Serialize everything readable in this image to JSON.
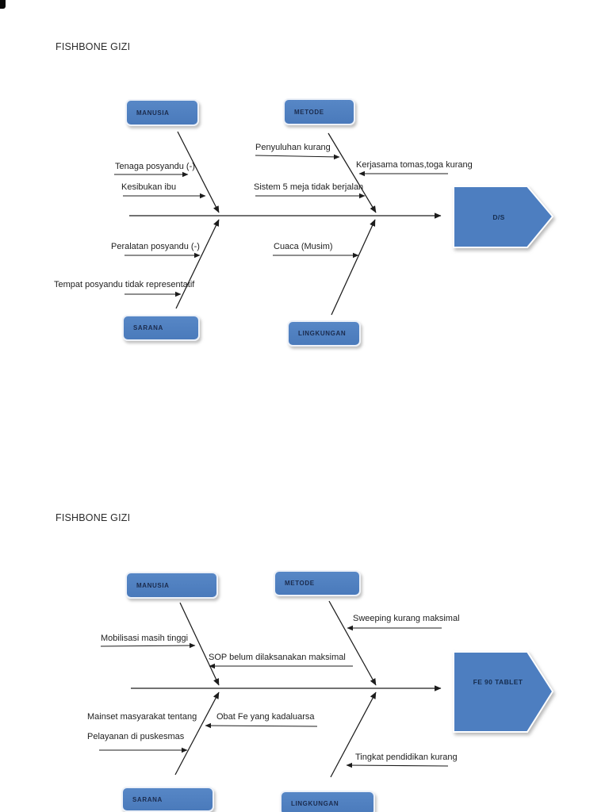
{
  "colors": {
    "box_fill": "#4d7ec0",
    "line": "#1c1c1c"
  },
  "diagram1": {
    "title": "FISHBONE GIZI",
    "box_manusia": "MANUSIA",
    "box_metode": "METODE",
    "box_sarana": "SARANA",
    "box_lingkungan": "LINGKUNGAN",
    "effect": "D/S",
    "cause_tenaga": "Tenaga posyandu (-)",
    "cause_kesibukan": "Kesibukan ibu",
    "cause_penyuluhan": "Penyuluhan kurang",
    "cause_kerjasama": "Kerjasama tomas,toga kurang",
    "cause_sistem": "Sistem 5 meja tidak berjalan",
    "cause_peralatan": "Peralatan posyandu (-)",
    "cause_tempat": "Tempat posyandu tidak representatif",
    "cause_cuaca": "Cuaca (Musim)"
  },
  "diagram2": {
    "title": "FISHBONE GIZI",
    "box_manusia": "MANUSIA",
    "box_metode": "METODE",
    "box_sarana": "SARANA",
    "box_lingkungan": "LINGKUNGAN",
    "effect": "FE 90 TABLET",
    "cause_mobilisasi": "Mobilisasi masih tinggi",
    "cause_sweeping": "Sweeping kurang maksimal",
    "cause_sop": "SOP belum dilaksanakan maksimal",
    "cause_mainset": "Mainset masyarakat tentang",
    "cause_obat": "Obat Fe yang kadaluarsa",
    "cause_pelayanan": "Pelayanan di puskesmas",
    "cause_tingkat": "Tingkat pendidikan kurang"
  }
}
